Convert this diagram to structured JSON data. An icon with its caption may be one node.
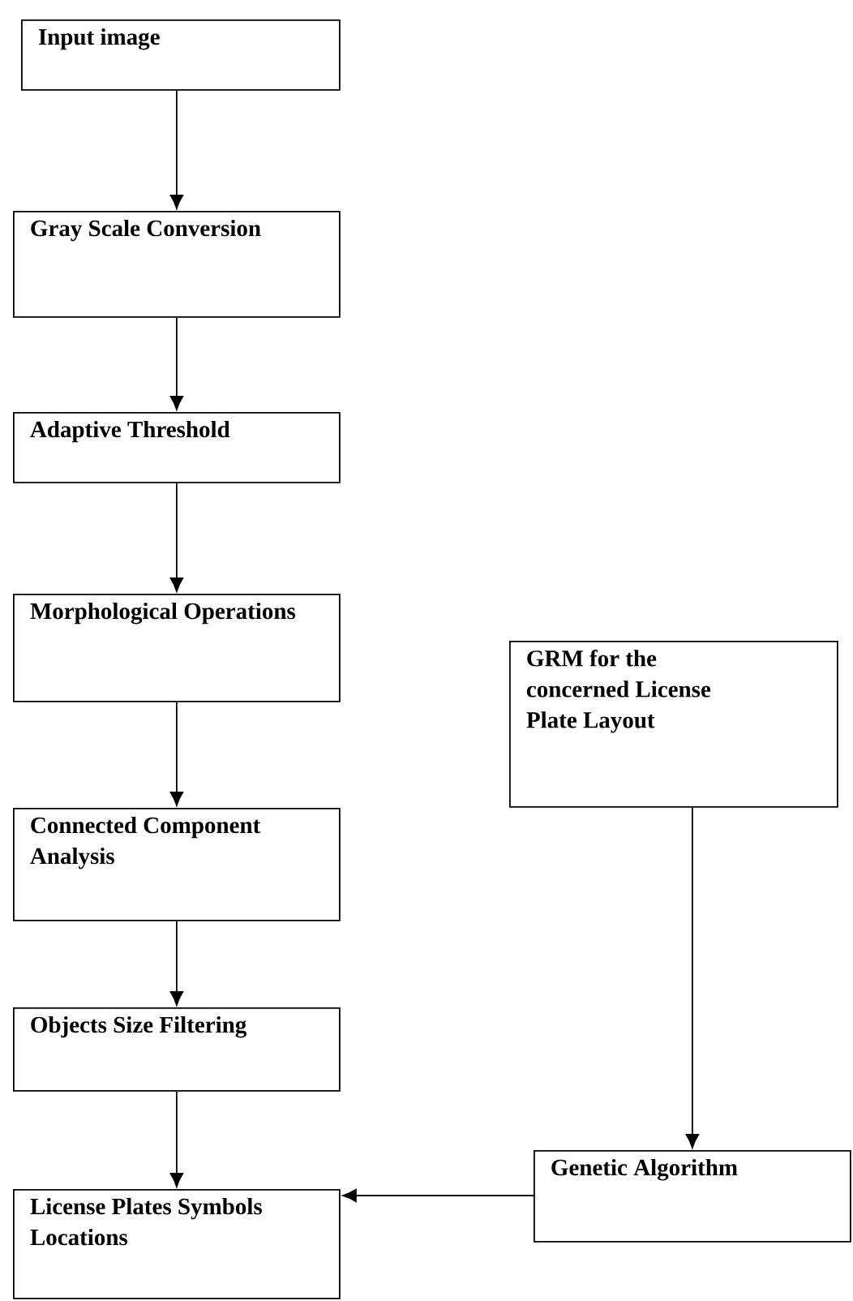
{
  "diagram": {
    "nodes": [
      {
        "text": [
          "Input image"
        ]
      },
      {
        "text": [
          "Gray Scale Conversion"
        ]
      },
      {
        "text": [
          "Adaptive Threshold"
        ]
      },
      {
        "text": [
          "Morphological Operations"
        ]
      },
      {
        "text": [
          "Connected Component Analysis"
        ]
      },
      {
        "text": [
          "Objects Size Filtering"
        ]
      },
      {
        "text": [
          "License Plates Symbols Locations"
        ]
      },
      {
        "text": [
          "GRM for the concerned License Plate Layout"
        ]
      },
      {
        "text": [
          "Genetic Algorithm"
        ]
      }
    ],
    "edges": [
      {
        "from": 0,
        "to": 1,
        "arrow": "to"
      },
      {
        "from": 1,
        "to": 2,
        "arrow": "to"
      },
      {
        "from": 2,
        "to": 3,
        "arrow": "to"
      },
      {
        "from": 3,
        "to": 4,
        "arrow": "to"
      },
      {
        "from": 4,
        "to": 5,
        "arrow": "to"
      },
      {
        "from": 5,
        "to": 6,
        "arrow": "to"
      },
      {
        "from": 7,
        "to": 8,
        "arrow": "to"
      },
      {
        "from": 8,
        "to": 6,
        "arrow": "to"
      }
    ]
  }
}
